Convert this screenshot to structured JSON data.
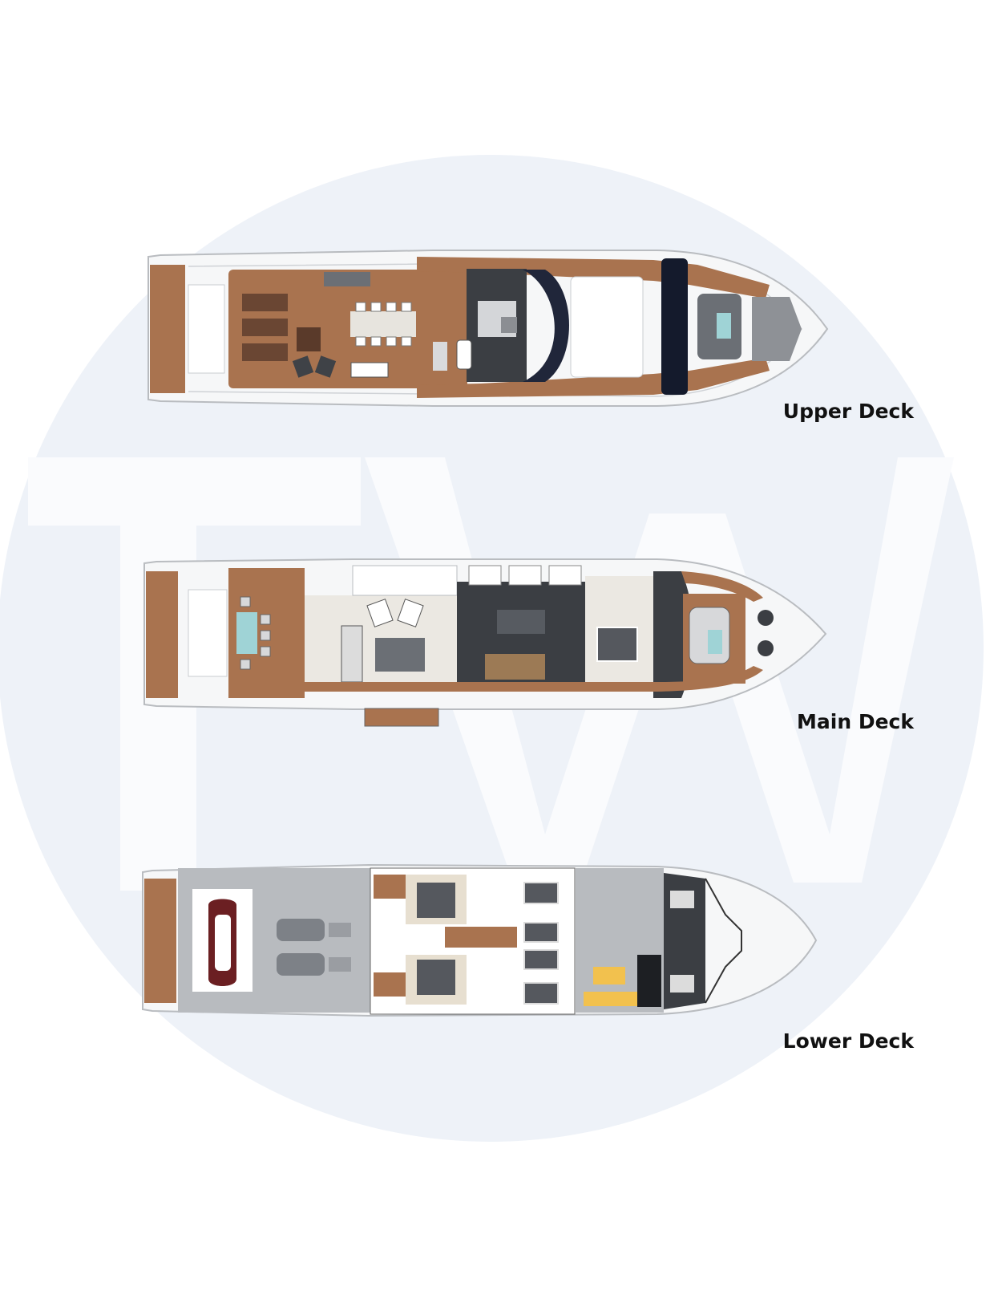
{
  "decks": [
    {
      "id": "upper",
      "label": "Upper Deck"
    },
    {
      "id": "main",
      "label": "Main Deck"
    },
    {
      "id": "lower",
      "label": "Lower Deck"
    }
  ],
  "watermark": {
    "text": "TW"
  },
  "colors": {
    "teak": "#a9734f",
    "teak_dark": "#8a5636",
    "hull": "#f6f7f8",
    "hull_outline": "#b9bcc0",
    "dark_panel": "#3b3e43",
    "grey_floor": "#b8bbbf",
    "light_floor": "#ebe8e2",
    "pool": "#9fd3d6",
    "tender": "#6b1f22",
    "accent_yellow": "#f2c14e",
    "bed_dark": "#55585e",
    "watermark_circle": "#eef2f8"
  }
}
